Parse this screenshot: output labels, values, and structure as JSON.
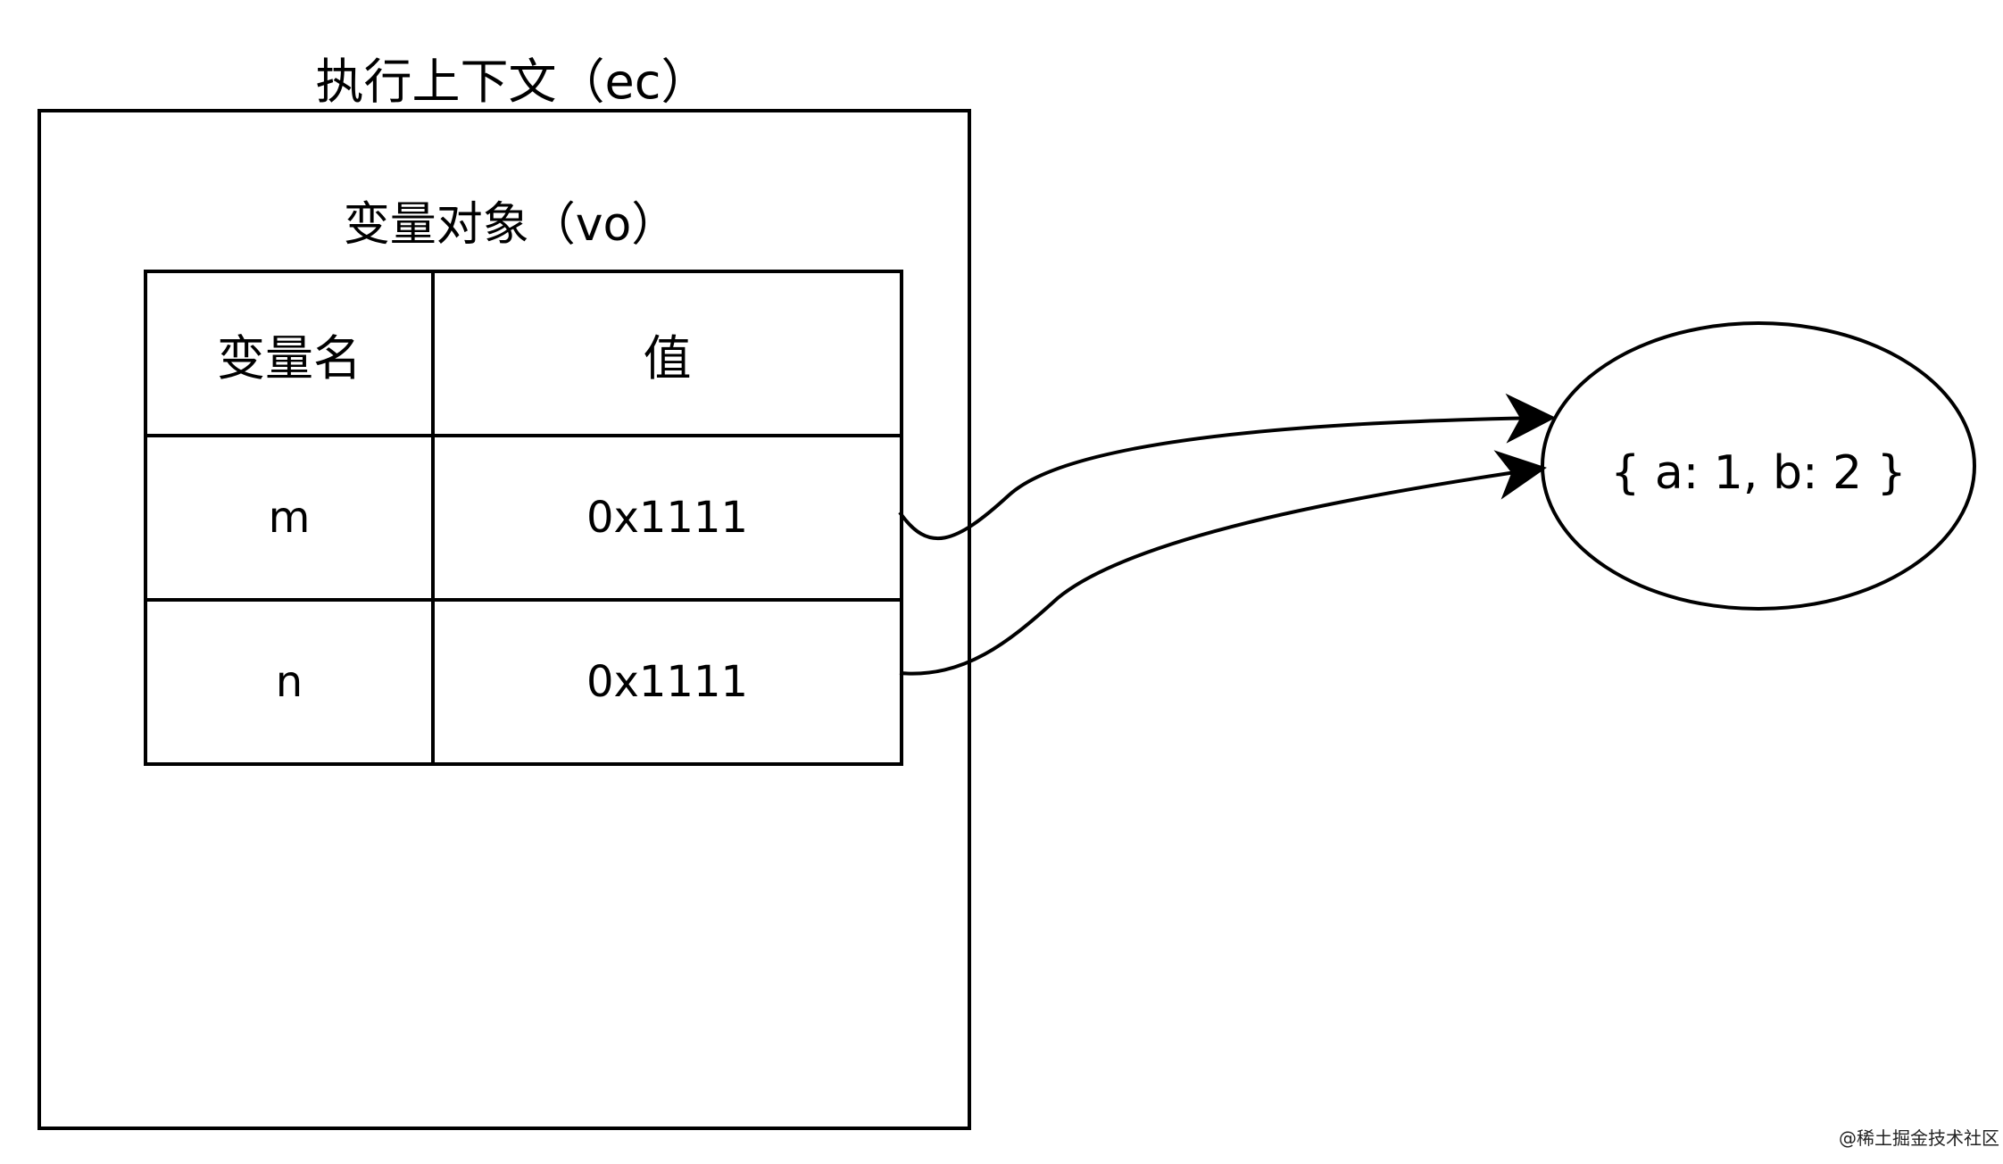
{
  "execution_context": {
    "title": "执行上下文（ec）"
  },
  "variable_object": {
    "title": "变量对象（vo）",
    "headers": [
      "变量名",
      "值"
    ],
    "rows": [
      {
        "name": "m",
        "value": "0x1111"
      },
      {
        "name": "n",
        "value": "0x1111"
      }
    ]
  },
  "heap_object": {
    "label": "{ a: 1, b: 2 }"
  },
  "watermark": "@稀土掘金技术社区"
}
